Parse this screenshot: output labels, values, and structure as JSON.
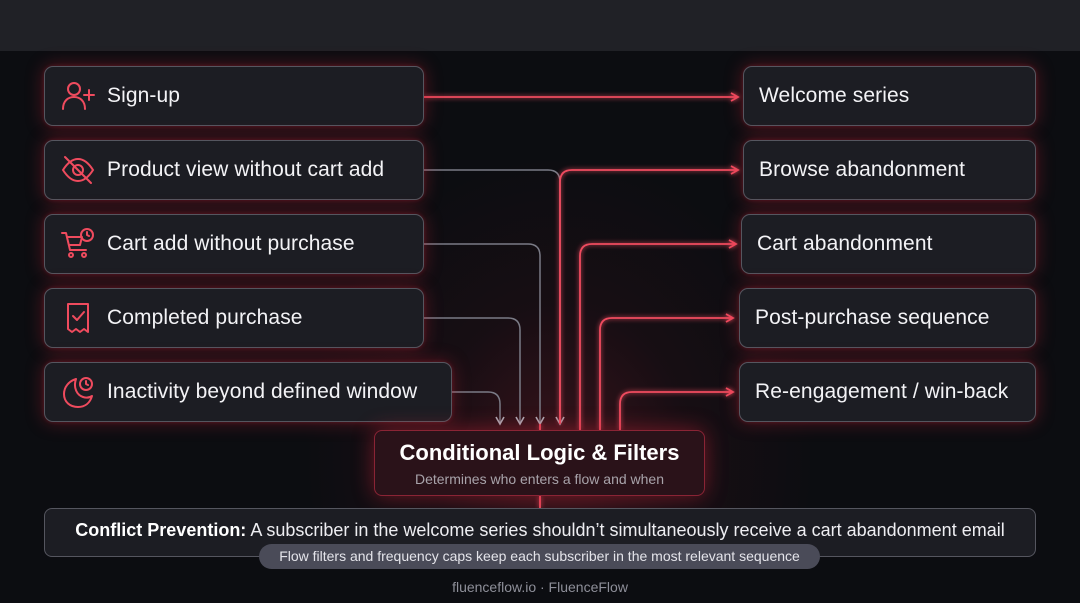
{
  "triggers": [
    {
      "label": "Sign-up",
      "icon": "user-plus-icon"
    },
    {
      "label": "Product view without cart add",
      "icon": "eye-off-icon"
    },
    {
      "label": "Cart add without purchase",
      "icon": "cart-clock-icon"
    },
    {
      "label": "Completed purchase",
      "icon": "receipt-check-icon"
    },
    {
      "label": "Inactivity beyond defined window",
      "icon": "moon-clock-icon"
    }
  ],
  "destinations": [
    {
      "label": "Welcome series"
    },
    {
      "label": "Browse abandonment"
    },
    {
      "label": "Cart abandonment"
    },
    {
      "label": "Post-purchase sequence"
    },
    {
      "label": "Re-engagement / win-back"
    }
  ],
  "logic": {
    "title": "Conditional Logic & Filters",
    "subtitle": "Determines who enters a flow and when"
  },
  "conflict": {
    "label": "Conflict Prevention:",
    "text": " A subscriber in the welcome series shouldn’t simultaneously receive a cart abandonment email"
  },
  "note": "Flow filters and frequency caps keep each subscriber in the most relevant sequence",
  "footer": "fluenceflow.io · FluenceFlow",
  "colors": {
    "accent": "#ef4b5e",
    "background": "#0c0d11",
    "box": "#1c1d23",
    "border": "#55565f"
  }
}
